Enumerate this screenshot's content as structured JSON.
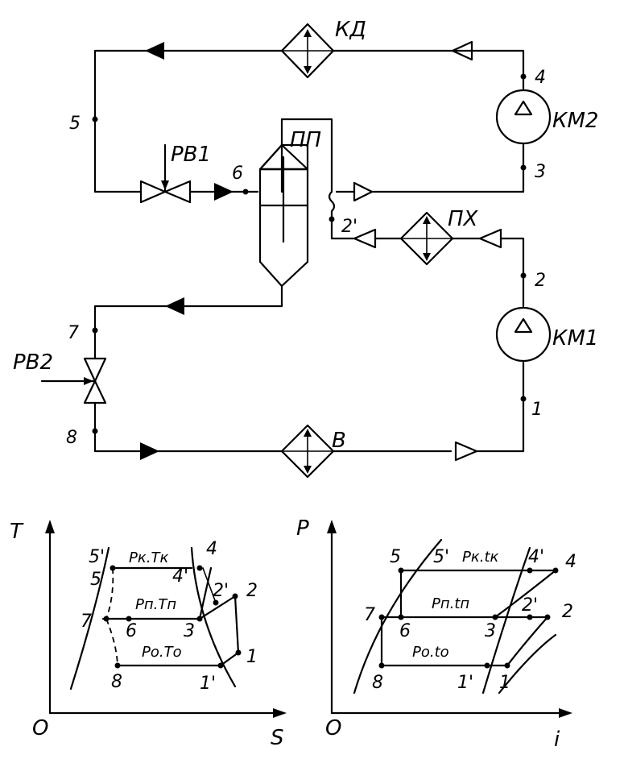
{
  "scheme": {
    "condenser": "КД",
    "compressor_high": "КМ2",
    "compressor_low": "КМ1",
    "intermediate_vessel": "ПП",
    "intercooler": "ПХ",
    "evaporator": "В",
    "valve_1": "РВ1",
    "valve_2": "РВ2",
    "points": {
      "p1": "1",
      "p2": "2",
      "p2p": "2'",
      "p3": "3",
      "p4": "4",
      "p5": "5",
      "p6": "6",
      "p7": "7",
      "p8": "8"
    }
  },
  "ts_diagram": {
    "y_axis": "T",
    "x_axis": "S",
    "origin": "O",
    "iso_high": "Pк.Tк",
    "iso_mid": "Pп.Tп",
    "iso_low": "Pо.Tо",
    "points": {
      "p5p": "5'",
      "p5": "5",
      "p7": "7",
      "p6": "6",
      "p8": "8",
      "p4": "4",
      "p4p": "4'",
      "p2p": "2'",
      "p2": "2",
      "p3": "3",
      "p1": "1",
      "p1p": "1'"
    }
  },
  "pi_diagram": {
    "y_axis": "P",
    "x_axis": "i",
    "origin": "O",
    "iso_high": "Pк.tк",
    "iso_mid": "Pп.tп",
    "iso_low": "Pо.tо",
    "points": {
      "p5": "5",
      "p5p": "5'",
      "p4p": "4'",
      "p4": "4",
      "p7": "7",
      "p6": "6",
      "p3": "3",
      "p2p": "2'",
      "p2": "2",
      "p8": "8",
      "p1p": "1'",
      "p1": "1"
    }
  }
}
